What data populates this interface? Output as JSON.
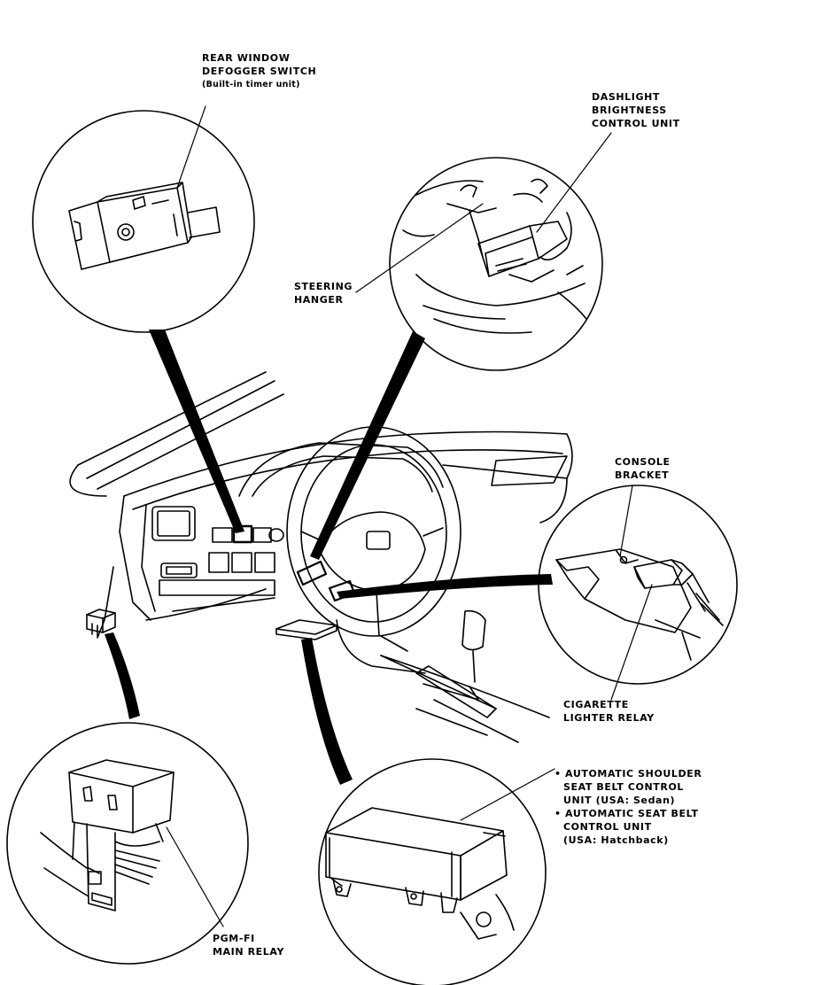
{
  "labels": {
    "defogger": {
      "line1": "REAR WINDOW",
      "line2": "DEFOGGER SWITCH",
      "line3": "(Built-in timer unit)"
    },
    "dashlight": {
      "line1": "DASHLIGHT",
      "line2": "BRIGHTNESS",
      "line3": "CONTROL UNIT"
    },
    "steering": {
      "line1": "STEERING",
      "line2": "HANGER"
    },
    "console": {
      "line1": "CONSOLE",
      "line2": "BRACKET"
    },
    "cigarette": {
      "line1": "CIGARETTE",
      "line2": "LIGHTER RELAY"
    },
    "seatbelt": {
      "line1": "• AUTOMATIC SHOULDER",
      "line2": "SEAT BELT CONTROL",
      "line3": "UNIT (USA: Sedan)",
      "line4": "• AUTOMATIC SEAT BELT",
      "line5": "CONTROL UNIT",
      "line6": "(USA: Hatchback)"
    },
    "pgmfi": {
      "line1": "PGM-FI",
      "line2": "MAIN RELAY"
    }
  }
}
